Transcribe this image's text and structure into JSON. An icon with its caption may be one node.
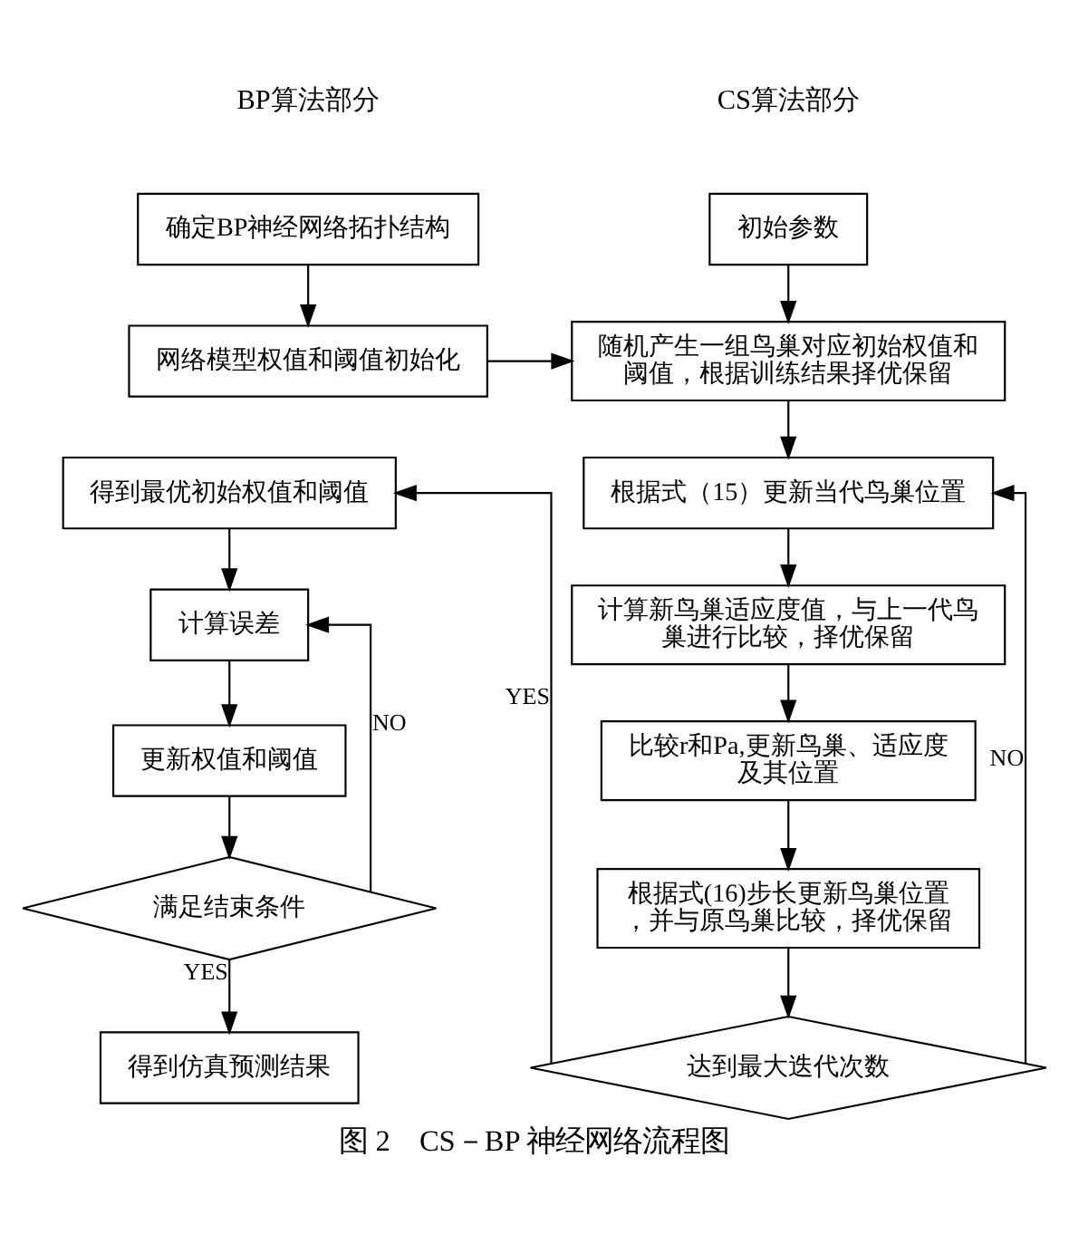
{
  "diagram": {
    "caption": "图 2　CS－BP 神经网络流程图",
    "nodes": [
      {
        "text": [
          "初始参数"
        ]
      },
      {
        "text": [
          "随机产生一组鸟巢对应初始权值和阈值，根据训练结果择优保留"
        ]
      },
      {
        "text": [
          "根据式（15）更新当代鸟巢位置"
        ]
      },
      {
        "text": [
          "计算新鸟巢适应度值，与上一代鸟巢进行比较，择优保留"
        ]
      },
      {
        "text": [
          "比较r和Pa,更新鸟巢、适应度及其位置"
        ]
      },
      {
        "text": [
          "根据式(16)步长更新鸟巢位置，并与原鸟巢比较，择优保留"
        ]
      },
      {
        "text": [
          "达到最大迭代次数"
        ]
      },
      {
        "text": [
          "确定BP神经网络拓扑结构"
        ]
      },
      {
        "text": [
          "网络模型权值和阈值初始化"
        ]
      },
      {
        "text": [
          "得到最优初始权值和阈值"
        ]
      },
      {
        "text": [
          "计算误差"
        ]
      },
      {
        "text": [
          "更新权值和阈值"
        ]
      },
      {
        "text": [
          "满足结束条件"
        ]
      },
      {
        "text": [
          "得到仿真预测结果"
        ]
      }
    ],
    "edges": [
      {
        "from": 0,
        "to": 1,
        "arrow": "to"
      },
      {
        "from": 1,
        "to": 2,
        "arrow": "to"
      },
      {
        "from": 2,
        "to": 3,
        "arrow": "to"
      },
      {
        "from": 3,
        "to": 4,
        "arrow": "to"
      },
      {
        "from": 4,
        "to": 5,
        "arrow": "to"
      },
      {
        "from": 5,
        "to": 6,
        "arrow": "to"
      },
      {
        "from": 6,
        "to": 2,
        "arrow": "to",
        "label": "NO"
      },
      {
        "from": 6,
        "to": 9,
        "arrow": "to",
        "label": "YES"
      },
      {
        "from": 7,
        "to": 8,
        "arrow": "to"
      },
      {
        "from": 8,
        "to": 1,
        "arrow": "to"
      },
      {
        "from": 9,
        "to": 10,
        "arrow": "to"
      },
      {
        "from": 10,
        "to": 11,
        "arrow": "to"
      },
      {
        "from": 11,
        "to": 12,
        "arrow": "to"
      },
      {
        "from": 12,
        "to": 10,
        "arrow": "to",
        "label": "NO"
      },
      {
        "from": 12,
        "to": 13,
        "arrow": "to",
        "label": "YES"
      }
    ],
    "labels": [
      "CS算法部分",
      "BP算法部分"
    ]
  }
}
